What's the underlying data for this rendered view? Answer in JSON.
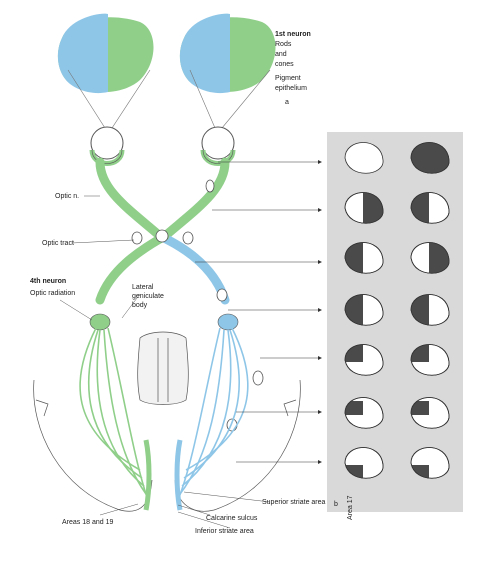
{
  "labels": {
    "first_neuron": "1st neuron",
    "rods": "Rods",
    "and": "and",
    "cones": "cones",
    "pigment": "Pigment",
    "epithelium": "epithelium",
    "fig_letter_a": "a",
    "optic_nerve": "Optic n.",
    "optic_tract": "Optic tract",
    "fourth_neuron": "4th neuron",
    "optic_radiation": "Optic radiation",
    "lateral": "Lateral",
    "geniculate": "geniculate",
    "body": "body",
    "areas": "Areas 18 and 19",
    "superior": "Superior striate area",
    "calcarine": "Calcarine sulcus",
    "inferior": "Inferior striate area",
    "area17": "Area 17",
    "fig_letter_b": "b"
  },
  "colors": {
    "left_pathway": "#8fcf8a",
    "right_pathway": "#8ec6e8",
    "field_dark": "#4a4a4a",
    "panel_bg": "#d9d9d9"
  },
  "field_defects": [
    {
      "left": "full",
      "right": "full-blind"
    },
    {
      "left": "right-half",
      "right": "left-half"
    },
    {
      "left": "left-half",
      "right": "right-half"
    },
    {
      "left": "left-half",
      "right": "left-half"
    },
    {
      "left": "upper-left-quarter",
      "right": "upper-left-quarter"
    },
    {
      "left": "upper-left-quarter-small",
      "right": "upper-left-quarter-small"
    },
    {
      "left": "lower-left-quarter",
      "right": "lower-left-quarter"
    }
  ]
}
